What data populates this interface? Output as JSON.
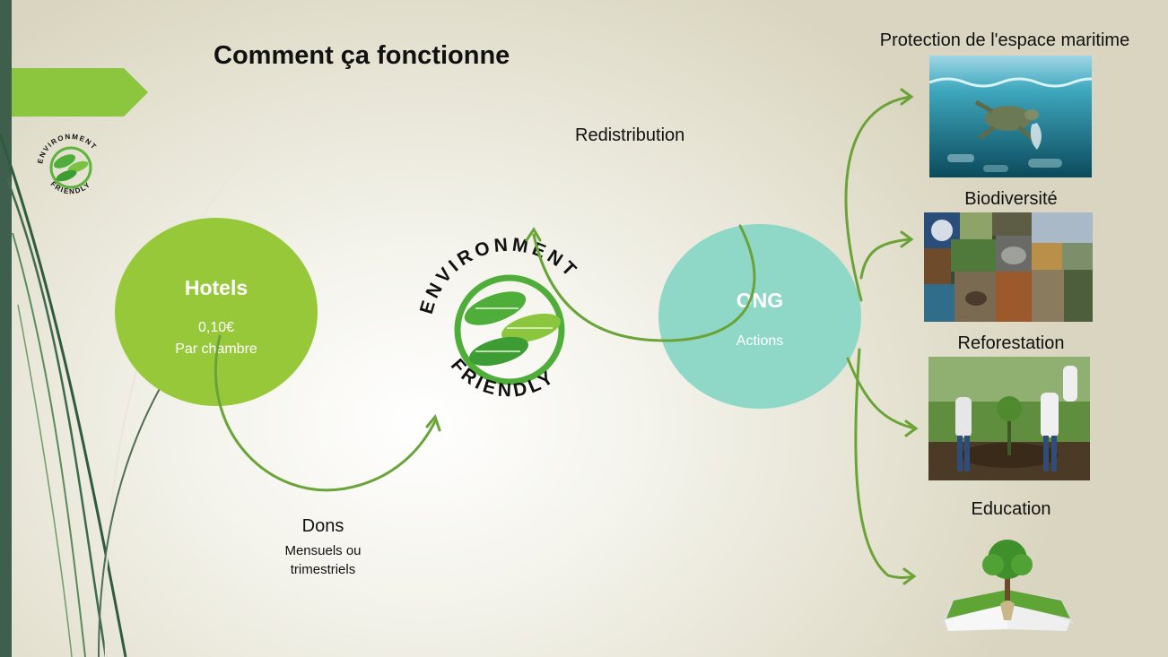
{
  "title": "Comment ça fonctionne",
  "redistribution_label": "Redistribution",
  "hotels": {
    "title": "Hotels",
    "amount": "0,10€",
    "unit": "Par chambre"
  },
  "dons": {
    "title": "Dons",
    "line1": "Mensuels ou",
    "line2": "trimestriels"
  },
  "ong": {
    "title": "ONG",
    "subtitle": "Actions"
  },
  "logo": {
    "top_text": "ENVIRONMENT",
    "bottom_text": "FRIENDLY"
  },
  "actions": [
    {
      "label": "Protection de l'espace maritime",
      "icon": "ocean-turtle-image"
    },
    {
      "label": "Biodiversité",
      "icon": "wildlife-collage-image"
    },
    {
      "label": "Reforestation",
      "icon": "tree-planting-image"
    },
    {
      "label": "Education",
      "icon": "open-book-tree-image"
    }
  ],
  "colors": {
    "accent_green": "#8cc63f",
    "hotels_circle": "#97c83a",
    "ong_circle": "#8fd8c8",
    "arrow_green": "#6aa337",
    "sidebar_dark": "#3f5f4d"
  }
}
